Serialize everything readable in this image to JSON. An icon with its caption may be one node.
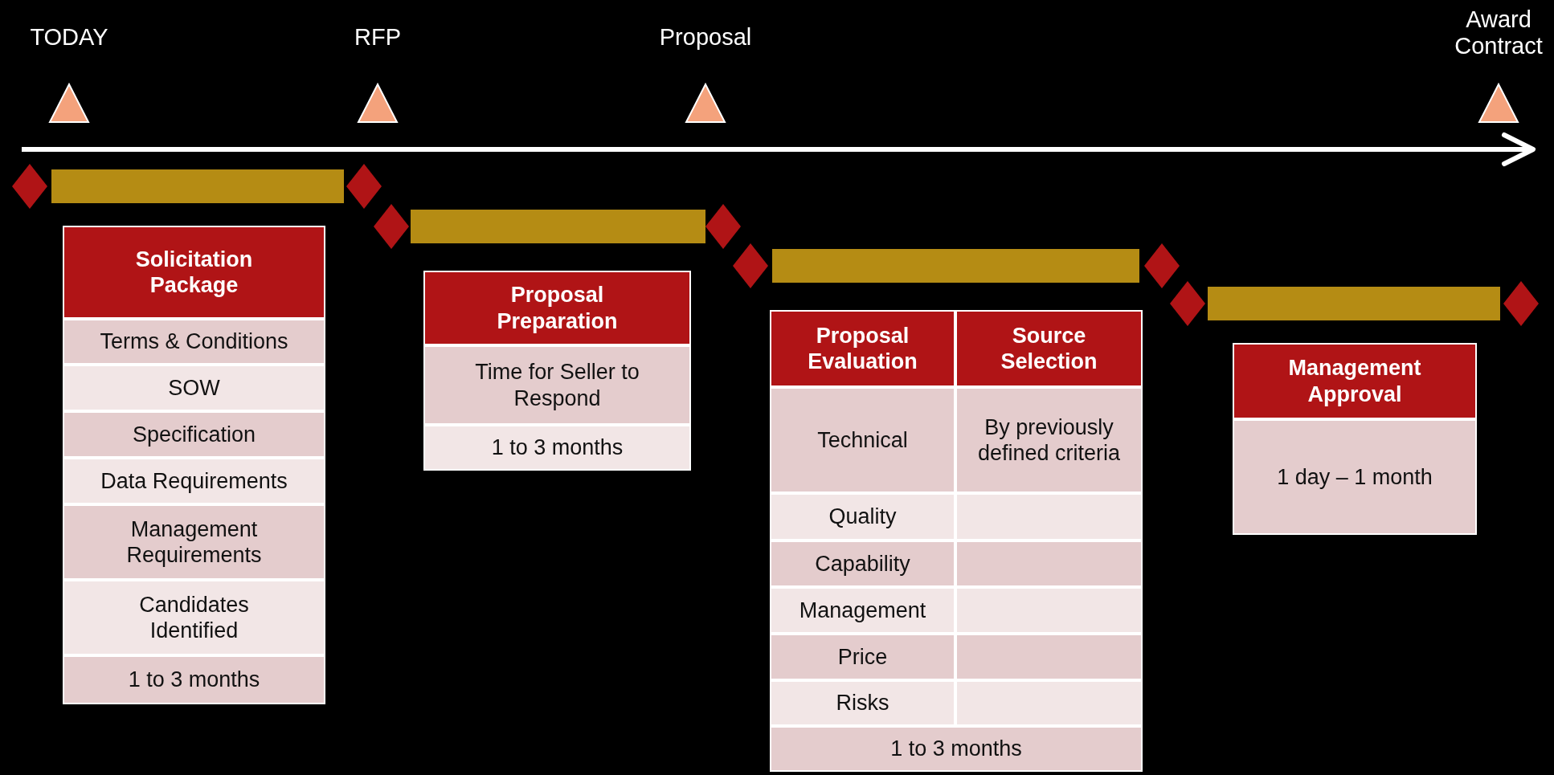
{
  "diagram": {
    "nodes": [
      {
        "text": [
          "TODAY"
        ]
      },
      {
        "text": [
          "RFP"
        ]
      },
      {
        "text": [
          "Proposal"
        ]
      },
      {
        "text": [
          "Award Contract"
        ]
      },
      {
        "text": [],
        "shape": "bar"
      },
      {
        "text": [],
        "shape": "bar"
      },
      {
        "text": [],
        "shape": "bar"
      },
      {
        "text": [],
        "shape": "bar"
      },
      {
        "text": [
          "Solicitation Package",
          "Terms & Conditions",
          "SOW",
          "Specification",
          "Data Requirements",
          "Management Requirements",
          "Candidates Identified",
          "1 to 3 months"
        ]
      },
      {
        "text": [
          "Proposal Preparation",
          "Time for Seller to Respond",
          "1 to 3 months"
        ]
      },
      {
        "text": [
          "Proposal Evaluation",
          "Source Selection",
          "Technical",
          "By previously defined criteria",
          "Quality",
          "Capability",
          "Management",
          "Price",
          "Risks",
          "1 to 3 months"
        ]
      },
      {
        "text": [
          "Management Approval",
          "1 day – 1 month"
        ]
      }
    ],
    "edges": []
  }
}
